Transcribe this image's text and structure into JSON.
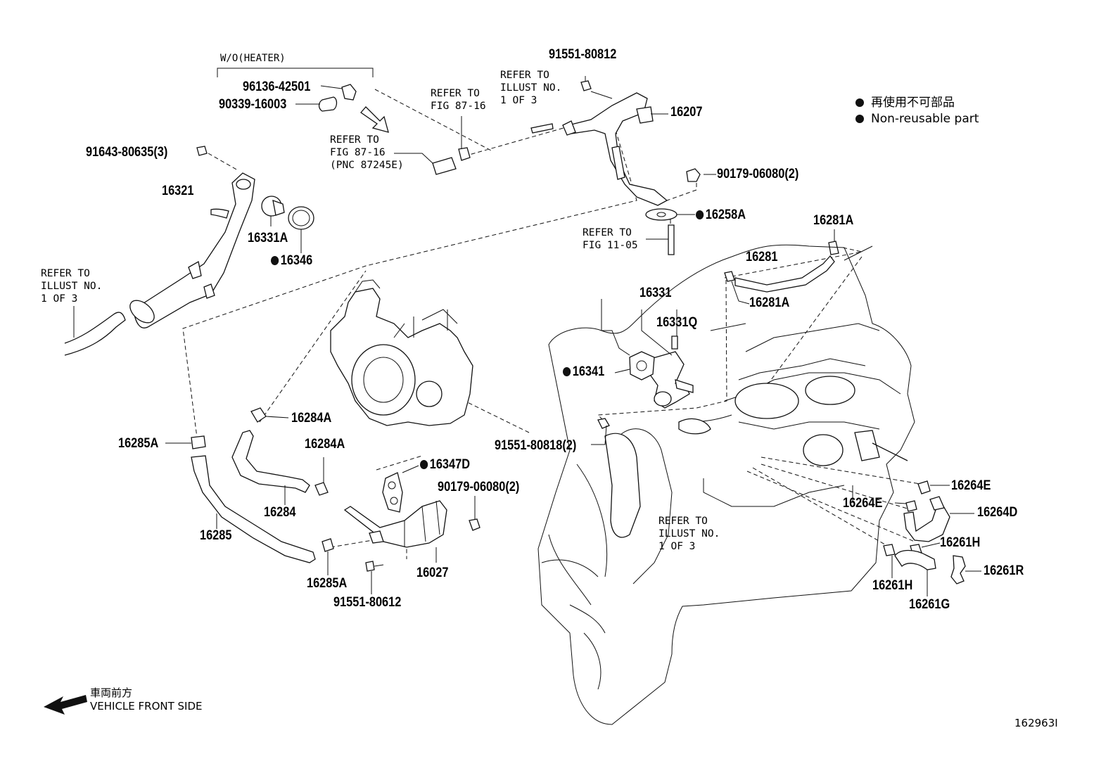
{
  "labels": {
    "wo_heater": "W/O(HEATER)",
    "p96136": "96136-42501",
    "p90339": "90339-16003",
    "p91643": "91643-80635(3)",
    "p16321": "16321",
    "p16331A": "16331A",
    "p16346": "16346",
    "p91551_812": "91551-80812",
    "p16207": "16207",
    "p90179_top": "90179-06080(2)",
    "p16258A": "16258A",
    "p16281A_top": "16281A",
    "p16281": "16281",
    "p16281A_mid": "16281A",
    "p16331": "16331",
    "p16331Q": "16331Q",
    "p16341": "16341",
    "p16284A_top": "16284A",
    "p16285A_top": "16285A",
    "p16284A_mid": "16284A",
    "p16347D": "16347D",
    "p90179_mid": "90179-06080(2)",
    "p91551_818": "91551-80818(2)",
    "p16284": "16284",
    "p16285": "16285",
    "p16285A_bot": "16285A",
    "p16027": "16027",
    "p91551_612": "91551-80612",
    "p16264E_r": "16264E",
    "p16264E_l": "16264E",
    "p16264D": "16264D",
    "p16261H_r": "16261H",
    "p16261R": "16261R",
    "p16261H_l": "16261H",
    "p16261G": "16261G"
  },
  "refs": {
    "fig8716_a": "REFER TO\nFIG 87-16",
    "fig8716_b": "REFER TO\nFIG 87-16\n(PNC 87245E)",
    "illust_top": "REFER TO\nILLUST NO.\n1 OF 3",
    "illust_left": "REFER TO\nILLUST NO.\n1 OF 3",
    "fig1105": "REFER TO\nFIG 11-05",
    "illust_bottom": "REFER TO\nILLUST NO.\n1 OF 3"
  },
  "legend": {
    "jp": "再使用不可部品",
    "en": "Non-reusable part"
  },
  "vehicle_front": {
    "jp": "車両前方",
    "en": "VEHICLE FRONT SIDE"
  },
  "diagram_code": "162963I"
}
